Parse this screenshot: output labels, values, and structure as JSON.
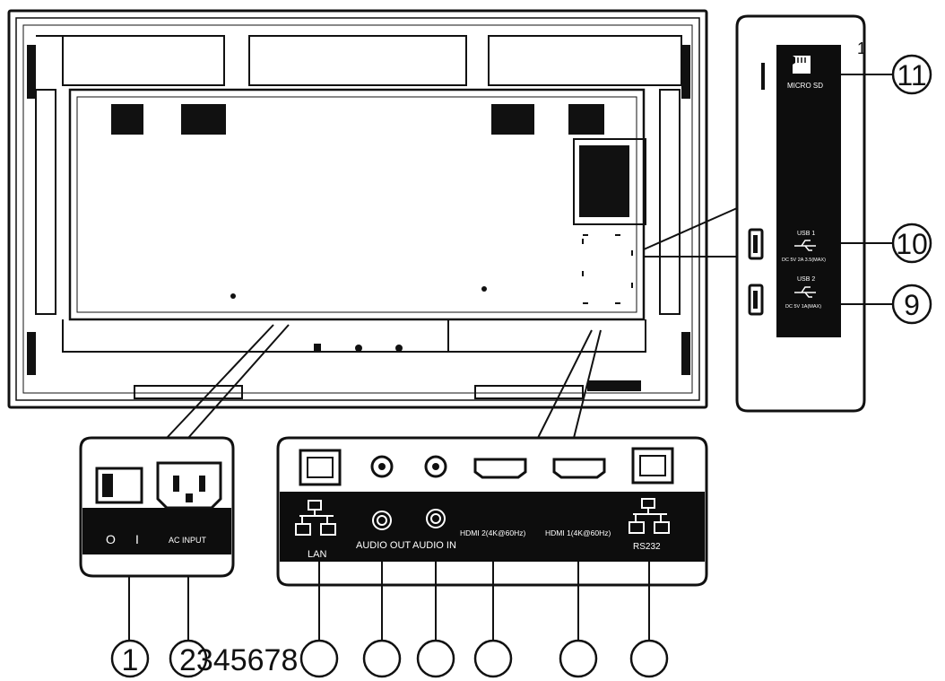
{
  "callouts": {
    "c1": "1",
    "c2_to_8": "2345678",
    "c9": "9",
    "c10": "10",
    "c11": "11",
    "stray_mark": "1"
  },
  "power_panel": {
    "switch_off": "O",
    "switch_on": "I",
    "ac_input": "AC INPUT"
  },
  "io_panel": {
    "lan": "LAN",
    "audio_out": "AUDIO OUT",
    "audio_in": "AUDIO IN",
    "hdmi2": "HDMI 2(4K@60Hz)",
    "hdmi1": "HDMI 1(4K@60Hz)",
    "rs232": "RS232"
  },
  "side_panel": {
    "micro_sd": "MICRO SD",
    "usb1": "USB 1",
    "usb1_spec": "DC 5V 2A 3.5(MAX)",
    "usb2": "USB 2",
    "usb2_spec": "DC 5V 1A(MAX)"
  },
  "colors": {
    "panel_black": "#0d0d0d",
    "line": "#111111",
    "background": "#ffffff"
  }
}
